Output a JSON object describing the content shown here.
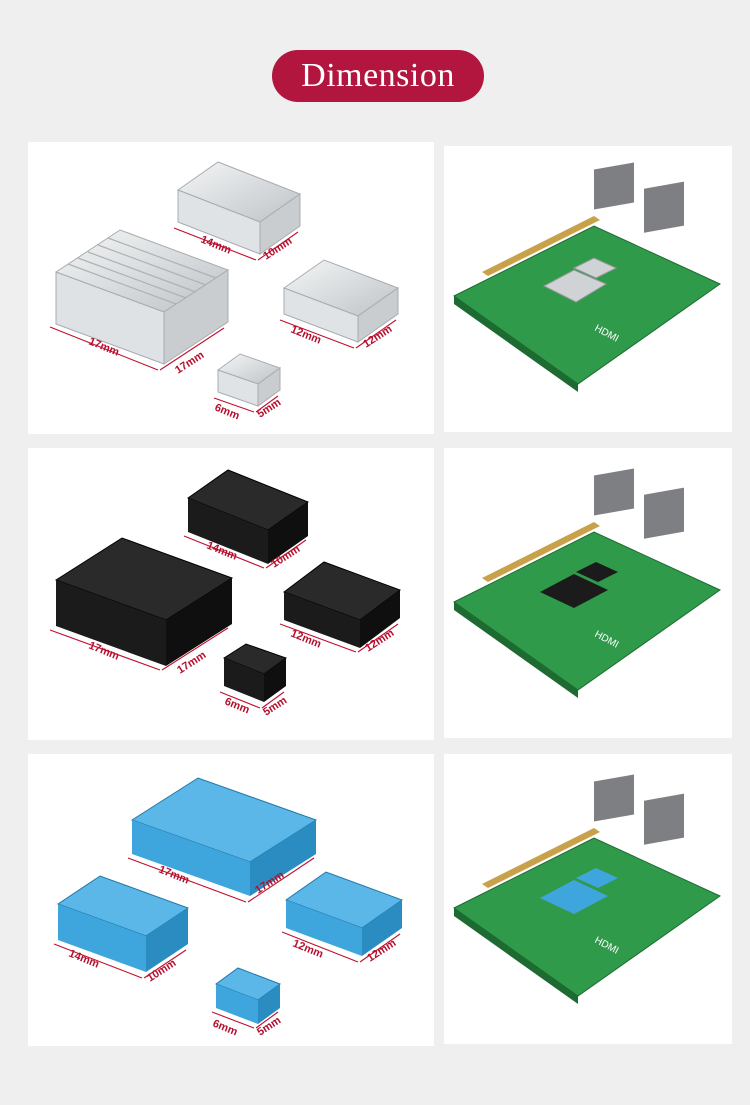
{
  "title": "Dimension",
  "colors": {
    "accent": "#b2163f",
    "dimension": "#c0102e",
    "silver": "#d6d9dc",
    "black": "#1b1b1b",
    "blue": "#3fa6dd",
    "pcb": "#2f9a4a"
  },
  "rows": [
    {
      "finish": "silver",
      "labels": {
        "medium_w": "14mm",
        "medium_d": "10mm",
        "large_w": "17mm",
        "large_d": "17mm",
        "small_w": "12mm",
        "small_d": "12mm",
        "tiny_w": "6mm",
        "tiny_d": "5mm"
      }
    },
    {
      "finish": "black",
      "labels": {
        "medium_w": "14mm",
        "medium_d": "10mm",
        "large_w": "17mm",
        "large_d": "17mm",
        "small_w": "12mm",
        "small_d": "12mm",
        "tiny_w": "6mm",
        "tiny_d": "5mm"
      }
    },
    {
      "finish": "blue",
      "labels": {
        "large_w": "17mm",
        "large_d": "17mm",
        "medium_w": "14mm",
        "medium_d": "10mm",
        "small_w": "12mm",
        "small_d": "12mm",
        "tiny_w": "6mm",
        "tiny_d": "5mm"
      }
    }
  ],
  "board": {
    "hdmi_label": "HDMI"
  }
}
